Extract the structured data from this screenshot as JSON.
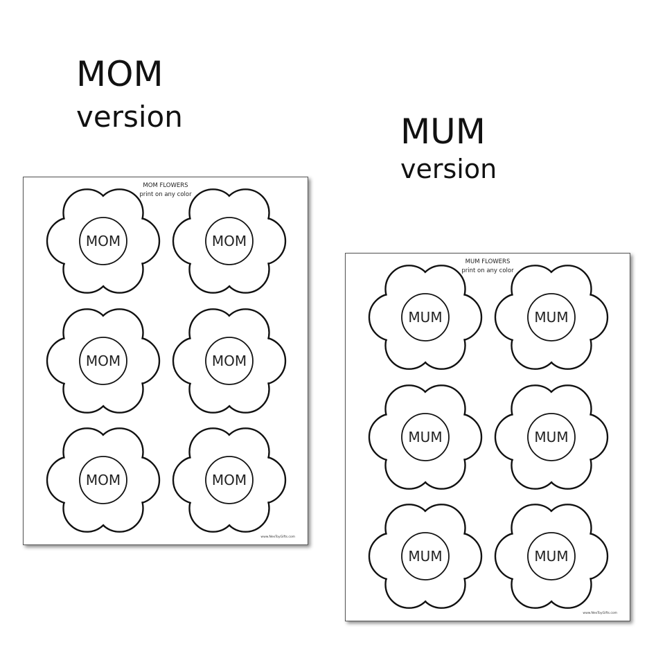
{
  "captions": {
    "mom": {
      "line1": "MOM",
      "line2": "version"
    },
    "mum": {
      "line1": "MUM",
      "line2": "version"
    }
  },
  "pages": {
    "mom": {
      "title": "MOM FLOWERS",
      "subtitle": "print on any color",
      "flower_label": "MOM",
      "flower_count": 6,
      "footer": "www.NexToyGifts.com"
    },
    "mum": {
      "title": "MUM FLOWERS",
      "subtitle": "print on any color",
      "flower_label": "MUM",
      "flower_count": 6,
      "footer": "www.NexToyGifts.com"
    }
  }
}
